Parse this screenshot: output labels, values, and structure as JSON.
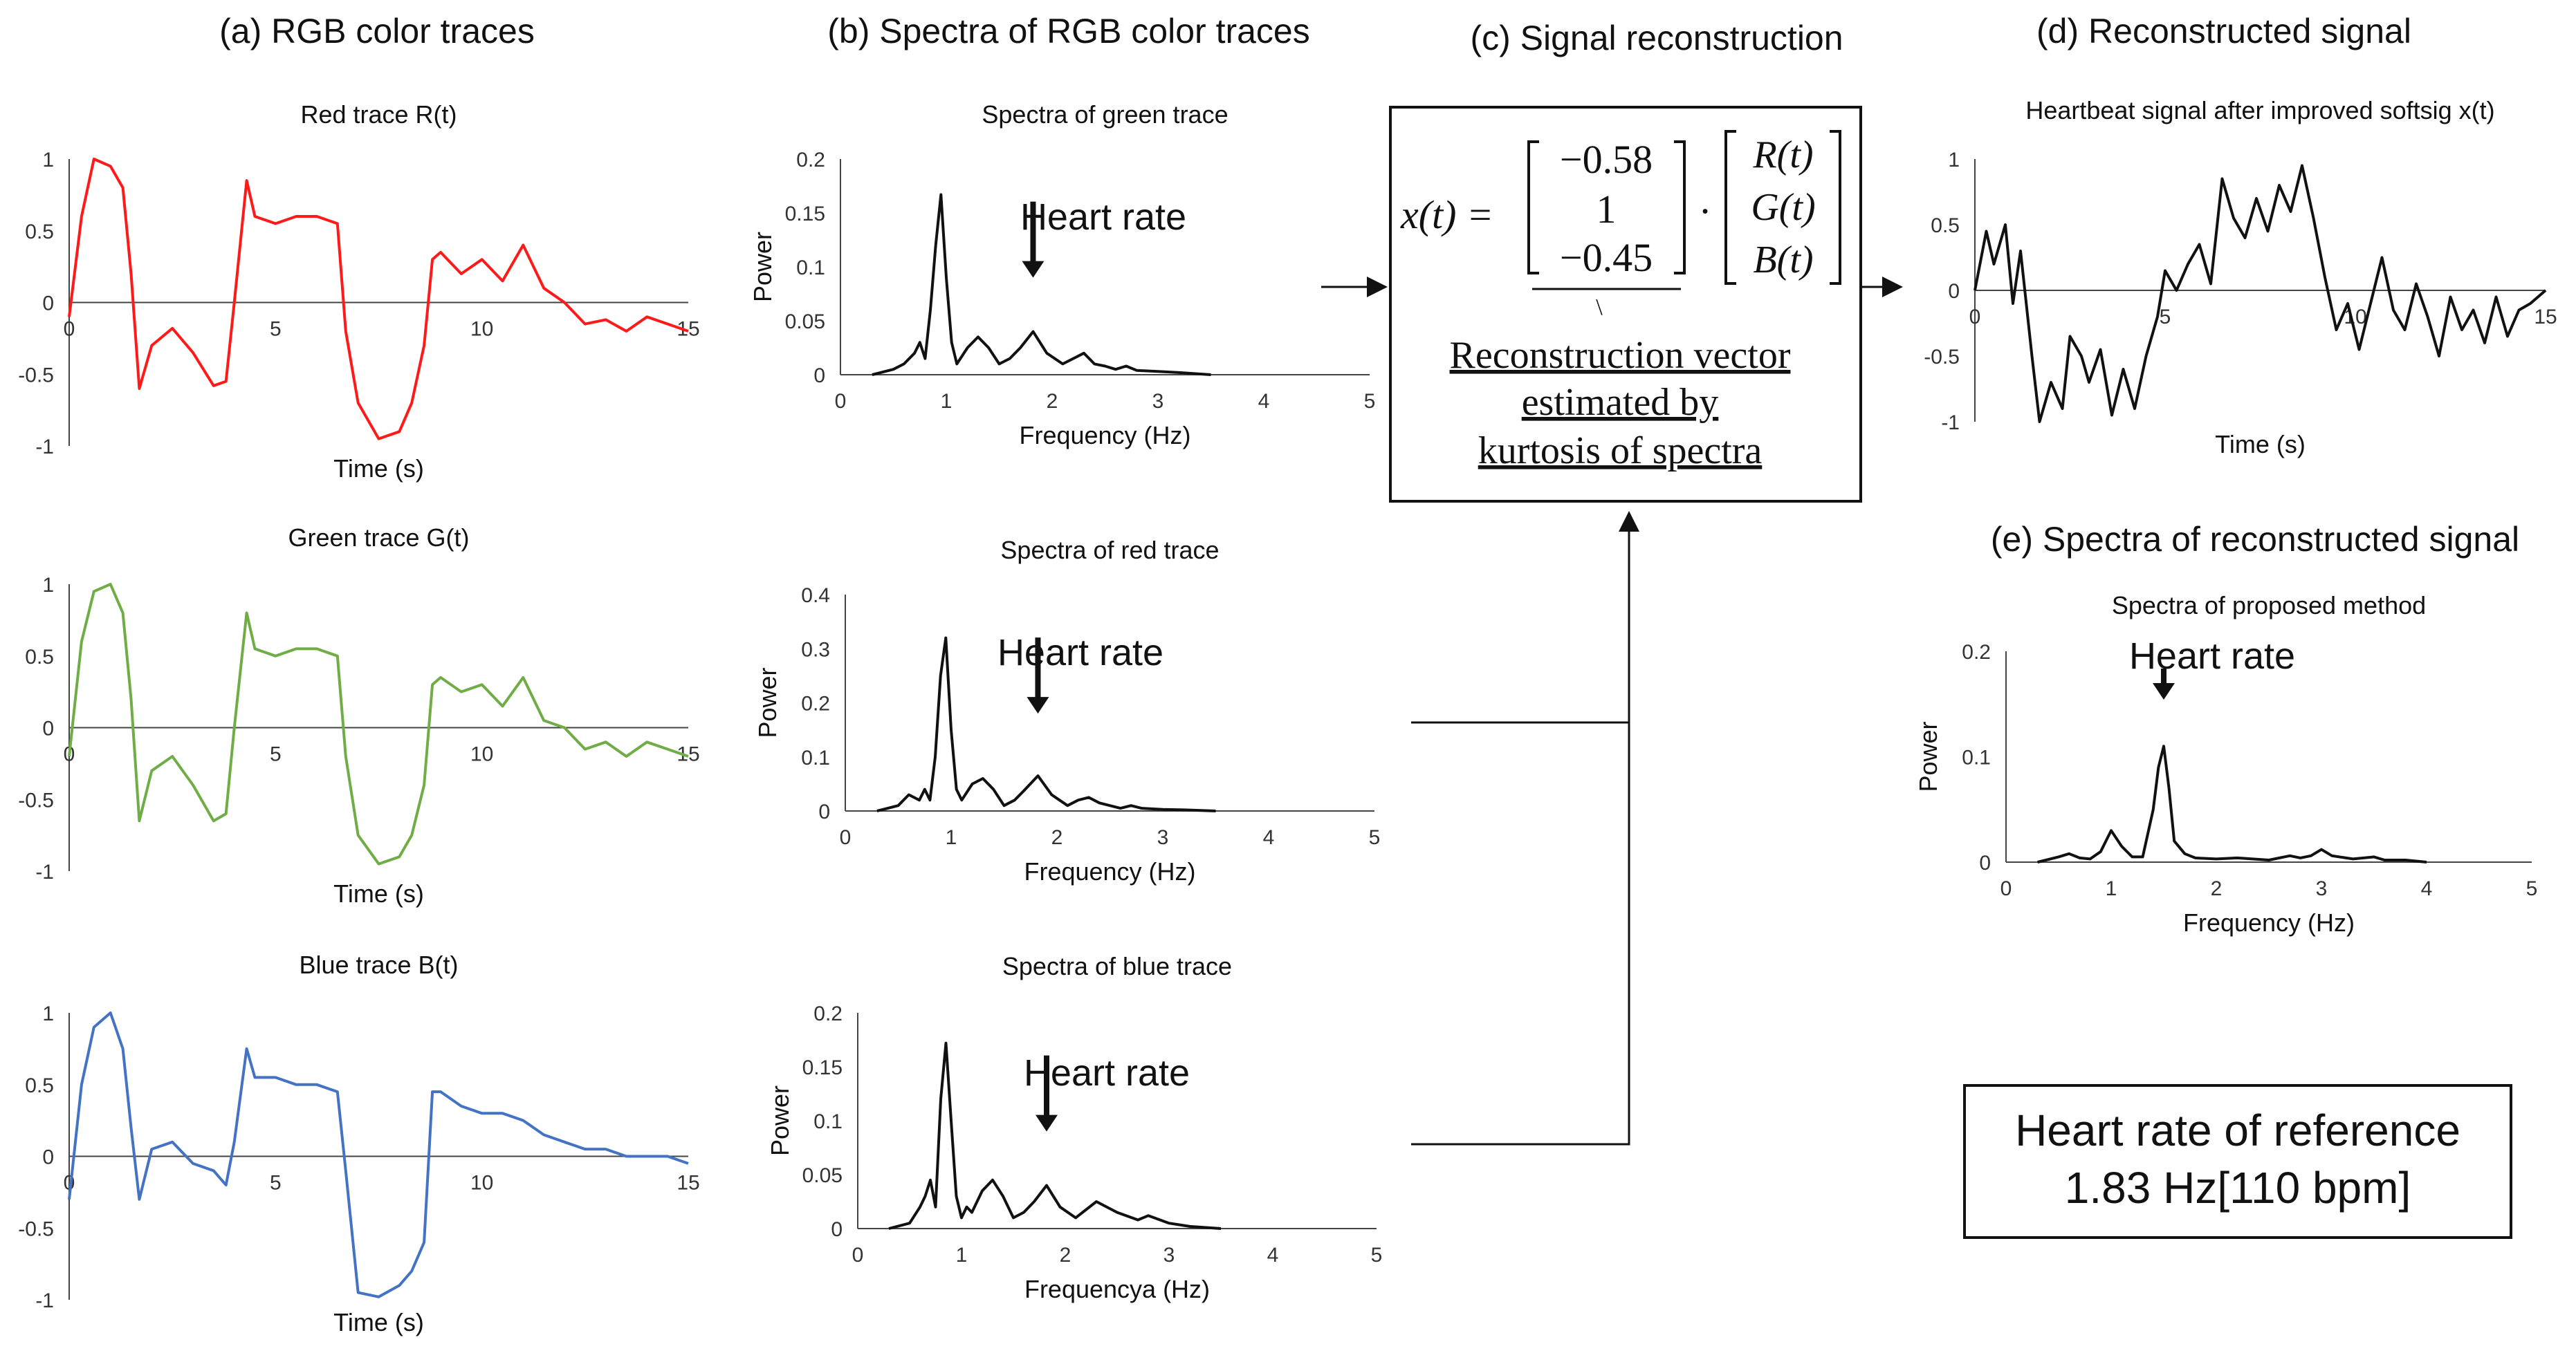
{
  "sections": {
    "a": "(a) RGB color traces",
    "b": "(b) Spectra of RGB color traces",
    "c": "(c) Signal reconstruction",
    "d": "(d) Reconstructed signal",
    "e": "(e) Spectra of reconstructed signal"
  },
  "annotations": {
    "heart_rate": "Heart rate",
    "recon_vector_line1": "Reconstruction vector",
    "recon_vector_line2": "estimated by",
    "recon_vector_line3": "kurtosis of spectra",
    "reference_line1": "Heart rate of reference",
    "reference_line2": "1.83 Hz[110 bpm]"
  },
  "equation": {
    "lhs": "x(t) =",
    "vector": [
      "−0.58",
      "1",
      "−0.45"
    ],
    "dot": "·",
    "rgb": [
      "R(t)",
      "G(t)",
      "B(t)"
    ],
    "backslash": "\\"
  },
  "chart_data": [
    {
      "id": "red",
      "type": "line",
      "title": "Red trace R(t)",
      "xlabel": "Time (s)",
      "ylabel": "",
      "xlim": [
        0,
        15
      ],
      "ylim": [
        -1,
        1
      ],
      "xticks": [
        "0",
        "5",
        "10",
        "15"
      ],
      "yticks": [
        "1",
        "0.5",
        "0",
        "-0.5",
        "-1"
      ],
      "color": "#ff1a1a",
      "x": [
        0,
        0.3,
        0.6,
        1.0,
        1.3,
        1.5,
        1.7,
        2.0,
        2.5,
        3.0,
        3.5,
        3.8,
        4.0,
        4.3,
        4.5,
        5.0,
        5.5,
        6.0,
        6.5,
        6.7,
        7.0,
        7.5,
        8.0,
        8.3,
        8.6,
        8.8,
        9.0,
        9.5,
        10.0,
        10.5,
        11.0,
        11.5,
        12.0,
        12.5,
        13.0,
        13.5,
        14.0,
        14.5,
        15.0
      ],
      "y": [
        -0.1,
        0.6,
        1.0,
        0.95,
        0.8,
        0.2,
        -0.6,
        -0.3,
        -0.18,
        -0.35,
        -0.58,
        -0.55,
        0.0,
        0.85,
        0.6,
        0.55,
        0.6,
        0.6,
        0.55,
        -0.2,
        -0.7,
        -0.95,
        -0.9,
        -0.7,
        -0.3,
        0.3,
        0.35,
        0.2,
        0.3,
        0.15,
        0.4,
        0.1,
        0.0,
        -0.15,
        -0.12,
        -0.2,
        -0.1,
        -0.15,
        -0.2
      ]
    },
    {
      "id": "green",
      "type": "line",
      "title": "Green trace G(t)",
      "xlabel": "Time (s)",
      "ylabel": "",
      "xlim": [
        0,
        15
      ],
      "ylim": [
        -1,
        1
      ],
      "xticks": [
        "0",
        "5",
        "10",
        "15"
      ],
      "yticks": [
        "1",
        "0.5",
        "0",
        "-0.5",
        "-1"
      ],
      "color": "#70ad47",
      "x": [
        0,
        0.3,
        0.6,
        1.0,
        1.3,
        1.5,
        1.7,
        2.0,
        2.5,
        3.0,
        3.5,
        3.8,
        4.0,
        4.3,
        4.5,
        5.0,
        5.5,
        6.0,
        6.5,
        6.7,
        7.0,
        7.5,
        8.0,
        8.3,
        8.6,
        8.8,
        9.0,
        9.5,
        10.0,
        10.5,
        11.0,
        11.5,
        12.0,
        12.5,
        13.0,
        13.5,
        14.0,
        14.5,
        15.0
      ],
      "y": [
        -0.2,
        0.6,
        0.95,
        1.0,
        0.8,
        0.2,
        -0.65,
        -0.3,
        -0.2,
        -0.4,
        -0.65,
        -0.6,
        0.0,
        0.8,
        0.55,
        0.5,
        0.55,
        0.55,
        0.5,
        -0.2,
        -0.75,
        -0.95,
        -0.9,
        -0.75,
        -0.4,
        0.3,
        0.35,
        0.25,
        0.3,
        0.15,
        0.35,
        0.05,
        0.0,
        -0.15,
        -0.1,
        -0.2,
        -0.1,
        -0.15,
        -0.2
      ]
    },
    {
      "id": "blue",
      "type": "line",
      "title": "Blue trace B(t)",
      "xlabel": "Time (s)",
      "ylabel": "",
      "xlim": [
        0,
        15
      ],
      "ylim": [
        -1,
        1
      ],
      "xticks": [
        "0",
        "5",
        "10",
        "15"
      ],
      "yticks": [
        "1",
        "0.5",
        "0",
        "-0.5",
        "-1"
      ],
      "color": "#4472c4",
      "x": [
        0,
        0.3,
        0.6,
        1.0,
        1.3,
        1.5,
        1.7,
        2.0,
        2.5,
        3.0,
        3.5,
        3.8,
        4.0,
        4.3,
        4.5,
        5.0,
        5.5,
        6.0,
        6.5,
        6.7,
        7.0,
        7.5,
        8.0,
        8.3,
        8.6,
        8.8,
        9.0,
        9.5,
        10.0,
        10.5,
        11.0,
        11.5,
        12.0,
        12.5,
        13.0,
        13.5,
        14.0,
        14.5,
        15.0
      ],
      "y": [
        -0.3,
        0.5,
        0.9,
        1.0,
        0.75,
        0.2,
        -0.3,
        0.05,
        0.1,
        -0.05,
        -0.1,
        -0.2,
        0.1,
        0.75,
        0.55,
        0.55,
        0.5,
        0.5,
        0.45,
        -0.1,
        -0.95,
        -0.98,
        -0.9,
        -0.8,
        -0.6,
        0.45,
        0.45,
        0.35,
        0.3,
        0.3,
        0.25,
        0.15,
        0.1,
        0.05,
        0.05,
        0.0,
        0.0,
        0.0,
        -0.05
      ]
    },
    {
      "id": "spec_green",
      "type": "line",
      "title": "Spectra of green trace",
      "xlabel": "Frequency (Hz)",
      "ylabel": "Power",
      "xlim": [
        0,
        5
      ],
      "ylim": [
        0,
        0.2
      ],
      "xticks": [
        "0",
        "1",
        "2",
        "3",
        "4",
        "5"
      ],
      "yticks": [
        "0.2",
        "0.15",
        "0.1",
        "0.05",
        "0"
      ],
      "color": "#111111",
      "peak_freq": 1.82,
      "x": [
        0.3,
        0.5,
        0.6,
        0.7,
        0.75,
        0.8,
        0.85,
        0.9,
        0.95,
        1.0,
        1.05,
        1.1,
        1.2,
        1.3,
        1.4,
        1.5,
        1.6,
        1.7,
        1.82,
        1.95,
        2.1,
        2.2,
        2.3,
        2.4,
        2.5,
        2.6,
        2.7,
        2.8,
        3.0,
        3.2,
        3.5
      ],
      "y": [
        0.0,
        0.005,
        0.01,
        0.02,
        0.03,
        0.015,
        0.06,
        0.12,
        0.167,
        0.09,
        0.03,
        0.01,
        0.025,
        0.035,
        0.025,
        0.01,
        0.015,
        0.025,
        0.04,
        0.02,
        0.01,
        0.015,
        0.02,
        0.01,
        0.008,
        0.005,
        0.008,
        0.004,
        0.003,
        0.002,
        0.0
      ]
    },
    {
      "id": "spec_red",
      "type": "line",
      "title": "Spectra of red trace",
      "xlabel": "Frequency (Hz)",
      "ylabel": "Power",
      "xlim": [
        0,
        5
      ],
      "ylim": [
        0,
        0.4
      ],
      "xticks": [
        "0",
        "1",
        "2",
        "3",
        "4",
        "5"
      ],
      "yticks": [
        "0.4",
        "0.3",
        "0.2",
        "0.1",
        "0"
      ],
      "color": "#111111",
      "peak_freq": 1.82,
      "x": [
        0.3,
        0.5,
        0.6,
        0.7,
        0.75,
        0.8,
        0.85,
        0.9,
        0.95,
        1.0,
        1.05,
        1.1,
        1.2,
        1.3,
        1.4,
        1.5,
        1.6,
        1.7,
        1.82,
        1.95,
        2.1,
        2.2,
        2.3,
        2.4,
        2.5,
        2.6,
        2.7,
        2.8,
        3.0,
        3.2,
        3.5
      ],
      "y": [
        0.0,
        0.01,
        0.03,
        0.02,
        0.04,
        0.02,
        0.1,
        0.25,
        0.32,
        0.15,
        0.04,
        0.02,
        0.05,
        0.06,
        0.04,
        0.01,
        0.02,
        0.04,
        0.065,
        0.03,
        0.01,
        0.02,
        0.025,
        0.015,
        0.01,
        0.005,
        0.01,
        0.005,
        0.003,
        0.002,
        0.0
      ]
    },
    {
      "id": "spec_blue",
      "type": "line",
      "title": "Spectra of blue trace",
      "xlabel": "Frequencya (Hz)",
      "ylabel": "Power",
      "xlim": [
        0,
        5
      ],
      "ylim": [
        0,
        0.2
      ],
      "xticks": [
        "0",
        "1",
        "2",
        "3",
        "4",
        "5"
      ],
      "yticks": [
        "0.2",
        "0.15",
        "0.1",
        "0.05",
        "0"
      ],
      "color": "#111111",
      "peak_freq": 1.82,
      "x": [
        0.3,
        0.5,
        0.6,
        0.65,
        0.7,
        0.75,
        0.8,
        0.85,
        0.9,
        0.95,
        1.0,
        1.05,
        1.1,
        1.2,
        1.3,
        1.4,
        1.5,
        1.6,
        1.7,
        1.82,
        1.95,
        2.1,
        2.3,
        2.5,
        2.7,
        2.8,
        3.0,
        3.2,
        3.5
      ],
      "y": [
        0.0,
        0.005,
        0.02,
        0.03,
        0.045,
        0.02,
        0.12,
        0.172,
        0.1,
        0.03,
        0.01,
        0.02,
        0.015,
        0.035,
        0.045,
        0.03,
        0.01,
        0.015,
        0.025,
        0.04,
        0.02,
        0.01,
        0.025,
        0.015,
        0.008,
        0.012,
        0.005,
        0.002,
        0.0
      ]
    },
    {
      "id": "recon",
      "type": "line",
      "title": "Heartbeat signal after improved softsig x(t)",
      "xlabel": "Time (s)",
      "ylabel": "",
      "xlim": [
        0,
        15
      ],
      "ylim": [
        -1,
        1
      ],
      "xticks": [
        "0",
        "5",
        "10",
        "15"
      ],
      "yticks": [
        "1",
        "0.5",
        "0",
        "-0.5",
        "-1"
      ],
      "color": "#111111",
      "x": [
        0,
        0.3,
        0.5,
        0.8,
        1.0,
        1.2,
        1.5,
        1.7,
        2.0,
        2.3,
        2.5,
        2.8,
        3.0,
        3.3,
        3.6,
        3.9,
        4.2,
        4.5,
        4.8,
        5.0,
        5.3,
        5.6,
        5.9,
        6.2,
        6.5,
        6.8,
        7.1,
        7.4,
        7.7,
        8.0,
        8.3,
        8.6,
        8.9,
        9.2,
        9.5,
        9.8,
        10.1,
        10.4,
        10.7,
        11.0,
        11.3,
        11.6,
        11.9,
        12.2,
        12.5,
        12.8,
        13.1,
        13.4,
        13.7,
        14.0,
        14.3,
        14.6,
        15.0
      ],
      "y": [
        0.0,
        0.45,
        0.2,
        0.5,
        -0.1,
        0.3,
        -0.5,
        -1.0,
        -0.7,
        -0.9,
        -0.35,
        -0.5,
        -0.7,
        -0.45,
        -0.95,
        -0.6,
        -0.9,
        -0.5,
        -0.2,
        0.15,
        0.0,
        0.2,
        0.35,
        0.05,
        0.85,
        0.55,
        0.4,
        0.7,
        0.45,
        0.8,
        0.6,
        0.95,
        0.55,
        0.1,
        -0.3,
        -0.1,
        -0.45,
        -0.1,
        0.25,
        -0.15,
        -0.3,
        0.05,
        -0.2,
        -0.5,
        -0.05,
        -0.3,
        -0.15,
        -0.4,
        -0.05,
        -0.35,
        -0.15,
        -0.1,
        0.0
      ]
    },
    {
      "id": "spec_recon",
      "type": "line",
      "title": "Spectra of proposed method",
      "xlabel": "Frequency (Hz)",
      "ylabel": "Power",
      "xlim": [
        0,
        5
      ],
      "ylim": [
        0,
        0.2
      ],
      "xticks": [
        "0",
        "1",
        "2",
        "3",
        "4",
        "5"
      ],
      "yticks": [
        "0.2",
        "0.1",
        "0"
      ],
      "color": "#111111",
      "peak_freq": 1.5,
      "x": [
        0.3,
        0.5,
        0.6,
        0.7,
        0.8,
        0.9,
        1.0,
        1.1,
        1.2,
        1.3,
        1.4,
        1.45,
        1.5,
        1.55,
        1.6,
        1.7,
        1.8,
        2.0,
        2.2,
        2.5,
        2.7,
        2.8,
        2.9,
        3.0,
        3.1,
        3.3,
        3.5,
        3.6,
        3.8,
        4.0
      ],
      "y": [
        0.0,
        0.005,
        0.008,
        0.004,
        0.003,
        0.01,
        0.03,
        0.015,
        0.005,
        0.005,
        0.05,
        0.09,
        0.11,
        0.07,
        0.02,
        0.008,
        0.004,
        0.003,
        0.004,
        0.002,
        0.006,
        0.004,
        0.006,
        0.012,
        0.006,
        0.003,
        0.005,
        0.002,
        0.002,
        0.0
      ]
    }
  ]
}
